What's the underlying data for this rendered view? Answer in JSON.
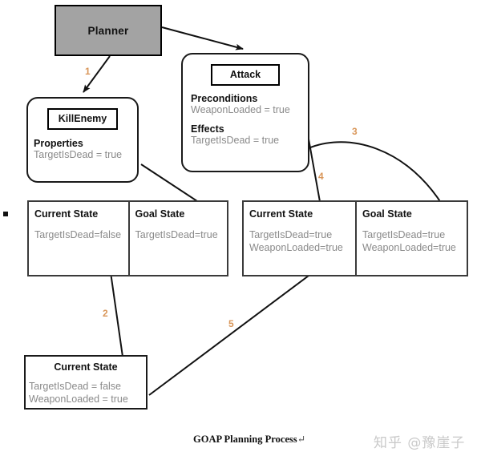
{
  "diagram": {
    "caption": "GOAP Planning Process",
    "caption_mark": "↵",
    "watermark": "知乎 @豫崖子",
    "colors": {
      "planner_fill": "#a3a3a3",
      "box_stroke": "#1a1a1a",
      "table_stroke": "#3a3a3a",
      "body_text": "#8a8a8a",
      "heading_text": "#111111",
      "step_label": "#d99659",
      "watermark": "#c9c9c9",
      "background": "#ffffff"
    }
  },
  "planner": {
    "title": "Planner"
  },
  "actions": [
    {
      "title": "KillEnemy",
      "sections": [
        {
          "heading": "Properties",
          "lines": [
            "TargetIsDead = true"
          ]
        }
      ]
    },
    {
      "title": "Attack",
      "sections": [
        {
          "heading": "Preconditions",
          "lines": [
            "WeaponLoaded = true"
          ]
        },
        {
          "heading": "Effects",
          "lines": [
            "TargetIsDead = true"
          ]
        }
      ]
    }
  ],
  "state_tables": [
    {
      "name": "table-left",
      "columns": [
        {
          "header": "Current State",
          "lines": [
            "TargetIsDead=false"
          ]
        },
        {
          "header": "Goal State",
          "lines": [
            "TargetIsDead=true"
          ]
        }
      ]
    },
    {
      "name": "table-right",
      "columns": [
        {
          "header": "Current State",
          "lines": [
            "TargetIsDead=true",
            "WeaponLoaded=true"
          ]
        },
        {
          "header": "Goal State",
          "lines": [
            "TargetIsDead=true",
            "WeaponLoaded=true"
          ]
        }
      ]
    }
  ],
  "bottom_state": {
    "header": "Current State",
    "lines": [
      "TargetIsDead = false",
      "WeaponLoaded = true"
    ]
  },
  "step_labels": [
    {
      "id": "1",
      "text": "1"
    },
    {
      "id": "2",
      "text": "2"
    },
    {
      "id": "3",
      "text": "3"
    },
    {
      "id": "4",
      "text": "4"
    },
    {
      "id": "5",
      "text": "5"
    }
  ],
  "arrows": [
    {
      "id": "planner-to-attack",
      "from": "Planner",
      "to": "Attack"
    },
    {
      "id": "planner-to-killenemy",
      "from": "Planner",
      "to": "KillEnemy",
      "label": "1"
    },
    {
      "id": "killenemy-to-left-goal",
      "from": "KillEnemy",
      "to": "table-left Goal State"
    },
    {
      "id": "bottom-to-left-current",
      "from": "Current State",
      "to": "table-left Current State",
      "label": "2"
    },
    {
      "id": "attack-effects-to-right-goal",
      "from": "Attack Effects",
      "to": "table-right Goal State",
      "label": "3"
    },
    {
      "id": "attack-to-right-current",
      "from": "Attack",
      "to": "table-right Current State",
      "label": "4"
    },
    {
      "id": "bottom-to-right-current",
      "from": "Current State",
      "to": "table-right Current State",
      "label": "5"
    }
  ]
}
